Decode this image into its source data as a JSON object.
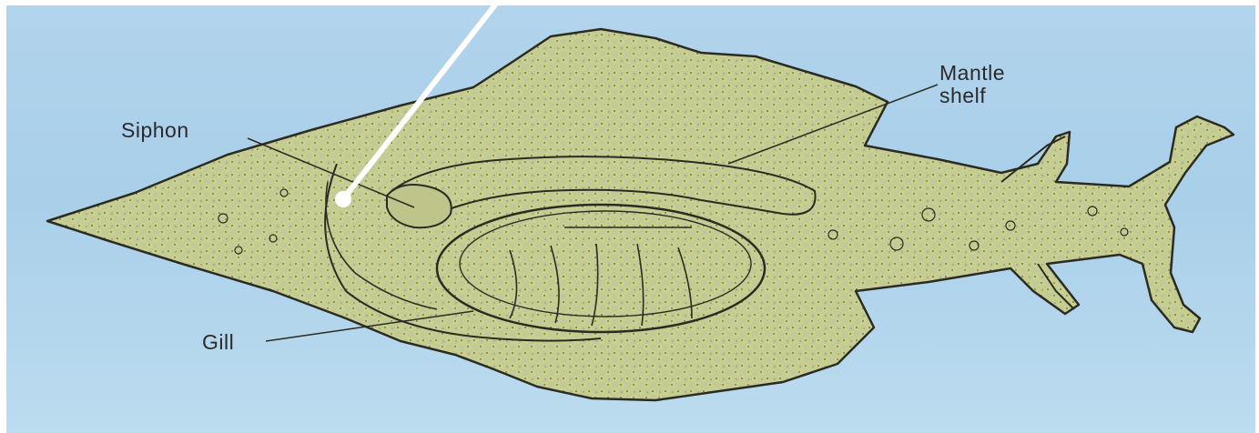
{
  "labels": {
    "siphon": "Siphon",
    "mantle_shelf": "Mantle\nshelf",
    "gill": "Gill"
  },
  "colors": {
    "background": "#afd2ea",
    "body_fill": "#c9d08c",
    "outline": "#2b2b22",
    "pointer": "#ffffff"
  }
}
